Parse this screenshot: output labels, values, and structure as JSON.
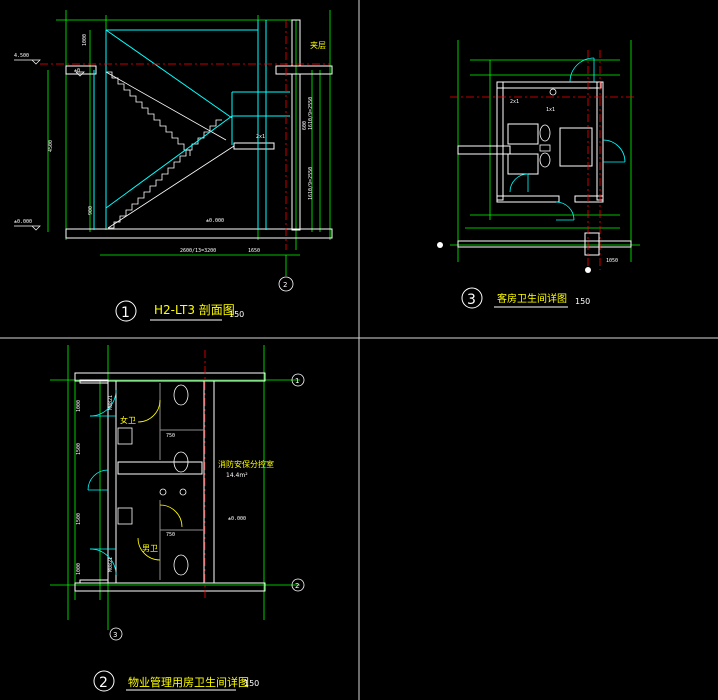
{
  "drawings": {
    "d1": {
      "number": "1",
      "title": "H2-LT3  剖面图",
      "scale": "150",
      "room_label": "夹层",
      "axis_tag": "2"
    },
    "d2": {
      "number": "2",
      "title": "物业管理用房卫生间详图",
      "scale": "150",
      "room_female": "女卫",
      "room_male": "男卫",
      "room_fire": "消防安保分控室",
      "room_fire_area": "14.4m²",
      "axis_tags": [
        "1",
        "2",
        "3"
      ]
    },
    "d3": {
      "number": "3",
      "title": "客房卫生间详图",
      "scale": "150"
    }
  },
  "colors": {
    "bg": "#000000",
    "wall": "#ffffff",
    "green": "#00ff00",
    "cyan": "#00ffff",
    "yellow": "#ffff00",
    "red": "#ff0000",
    "gray": "#8c8c8c"
  }
}
